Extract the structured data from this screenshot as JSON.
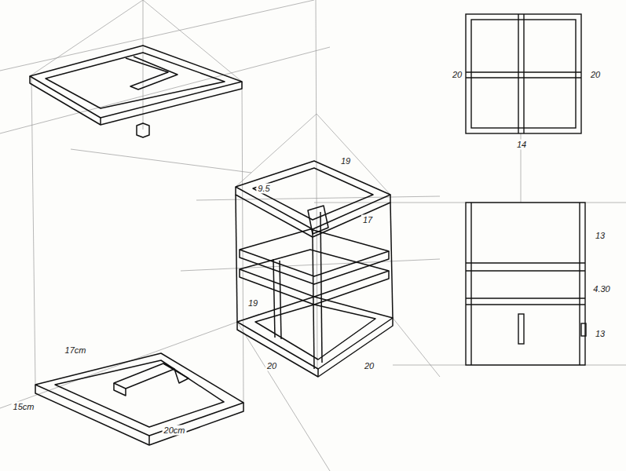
{
  "diagram": {
    "labels": [
      "17cm",
      "15cm",
      "20cm",
      "19",
      "9.5",
      "17",
      "19",
      "20",
      "20",
      "20",
      "20",
      "14",
      "13",
      "4.30",
      "13"
    ]
  }
}
